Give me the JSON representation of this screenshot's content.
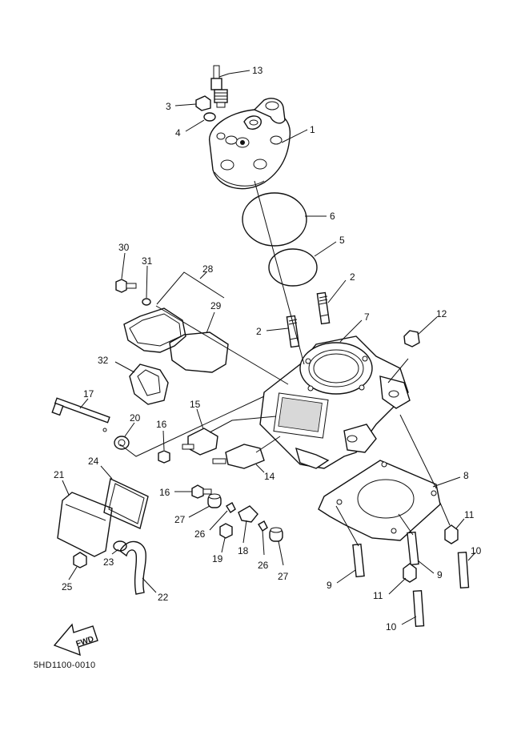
{
  "diagram": {
    "drawing_code": "5HD1100-0010",
    "fwd_label": "FWD",
    "callouts": [
      {
        "id": "c1",
        "text": "1"
      },
      {
        "id": "c2a",
        "text": "2"
      },
      {
        "id": "c2b",
        "text": "2"
      },
      {
        "id": "c3",
        "text": "3"
      },
      {
        "id": "c4",
        "text": "4"
      },
      {
        "id": "c5",
        "text": "5"
      },
      {
        "id": "c6",
        "text": "6"
      },
      {
        "id": "c7",
        "text": "7"
      },
      {
        "id": "c8",
        "text": "8"
      },
      {
        "id": "c9a",
        "text": "9"
      },
      {
        "id": "c9b",
        "text": "9"
      },
      {
        "id": "c10a",
        "text": "10"
      },
      {
        "id": "c10b",
        "text": "10"
      },
      {
        "id": "c11a",
        "text": "11"
      },
      {
        "id": "c11b",
        "text": "11"
      },
      {
        "id": "c12",
        "text": "12"
      },
      {
        "id": "c13",
        "text": "13"
      },
      {
        "id": "c14",
        "text": "14"
      },
      {
        "id": "c15",
        "text": "15"
      },
      {
        "id": "c16a",
        "text": "16"
      },
      {
        "id": "c16b",
        "text": "16"
      },
      {
        "id": "c17",
        "text": "17"
      },
      {
        "id": "c18",
        "text": "18"
      },
      {
        "id": "c19",
        "text": "19"
      },
      {
        "id": "c20",
        "text": "20"
      },
      {
        "id": "c21",
        "text": "21"
      },
      {
        "id": "c22",
        "text": "22"
      },
      {
        "id": "c23",
        "text": "23"
      },
      {
        "id": "c24",
        "text": "24"
      },
      {
        "id": "c25",
        "text": "25"
      },
      {
        "id": "c26a",
        "text": "26"
      },
      {
        "id": "c26b",
        "text": "26"
      },
      {
        "id": "c27a",
        "text": "27"
      },
      {
        "id": "c27b",
        "text": "27"
      },
      {
        "id": "c28",
        "text": "28"
      },
      {
        "id": "c29",
        "text": "29"
      },
      {
        "id": "c30",
        "text": "30"
      },
      {
        "id": "c31",
        "text": "31"
      },
      {
        "id": "c32",
        "text": "32"
      }
    ]
  }
}
